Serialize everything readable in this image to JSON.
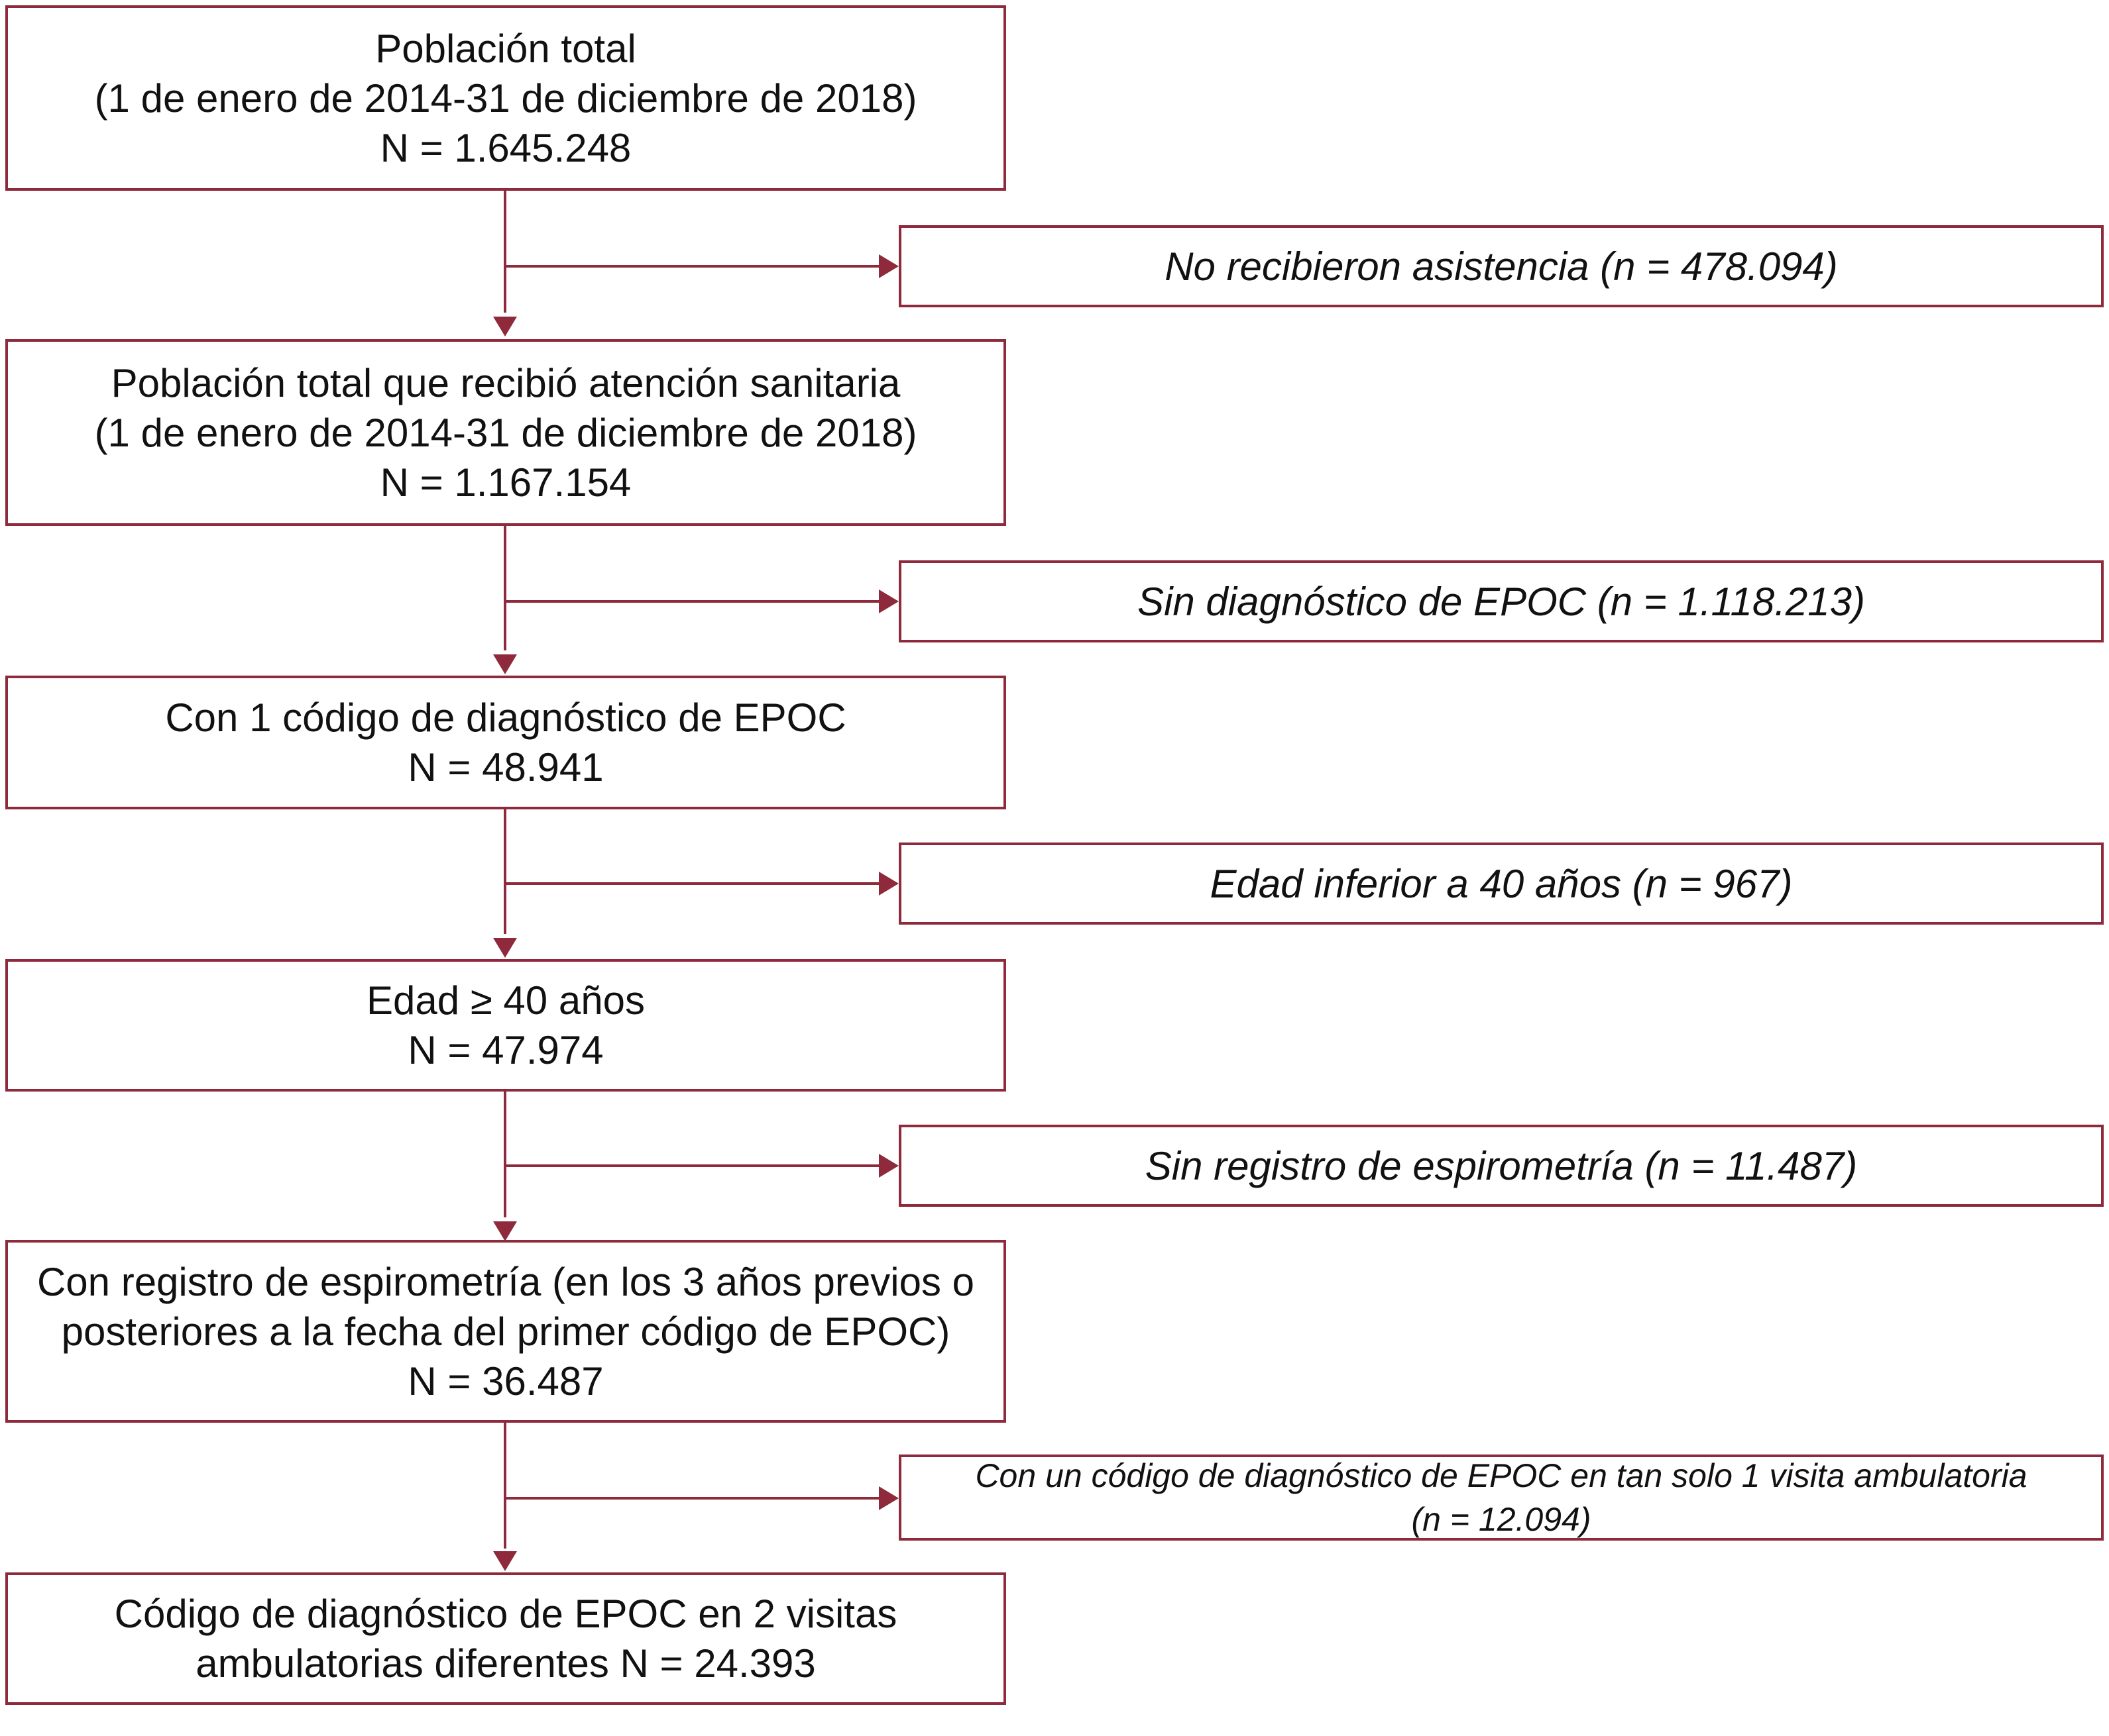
{
  "colors": {
    "accent": "#8e2a3b",
    "text": "#111111",
    "background": "#ffffff"
  },
  "steps": [
    {
      "lines": [
        "Población total",
        "(1 de enero de 2014-31 de diciembre de 2018)",
        "N = 1.645.248"
      ]
    },
    {
      "lines": [
        "Población total que recibió atención sanitaria",
        "(1 de enero de 2014-31 de diciembre de 2018)",
        "N = 1.167.154"
      ]
    },
    {
      "lines": [
        "Con 1 código de diagnóstico de EPOC",
        "N = 48.941"
      ]
    },
    {
      "lines": [
        "Edad ≥ 40 años",
        "N = 47.974"
      ]
    },
    {
      "lines": [
        "Con registro de espirometría (en los 3 años previos o",
        "posteriores a la fecha del primer código de EPOC)",
        "N = 36.487"
      ]
    },
    {
      "lines": [
        "Código de diagnóstico de EPOC en 2 visitas",
        "ambulatorias diferentes N = 24.393"
      ]
    }
  ],
  "exclusions": [
    {
      "lines": [
        "No recibieron asistencia (n = 478.094)"
      ]
    },
    {
      "lines": [
        "Sin diagnóstico de EPOC (n = 1.118.213)"
      ]
    },
    {
      "lines": [
        "Edad inferior a 40 años (n = 967)"
      ]
    },
    {
      "lines": [
        "Sin registro de espirometría (n = 11.487)"
      ]
    },
    {
      "lines": [
        "Con un código de diagnóstico de EPOC en tan solo 1 visita ambulatoria",
        "(n = 12.094)"
      ]
    }
  ]
}
